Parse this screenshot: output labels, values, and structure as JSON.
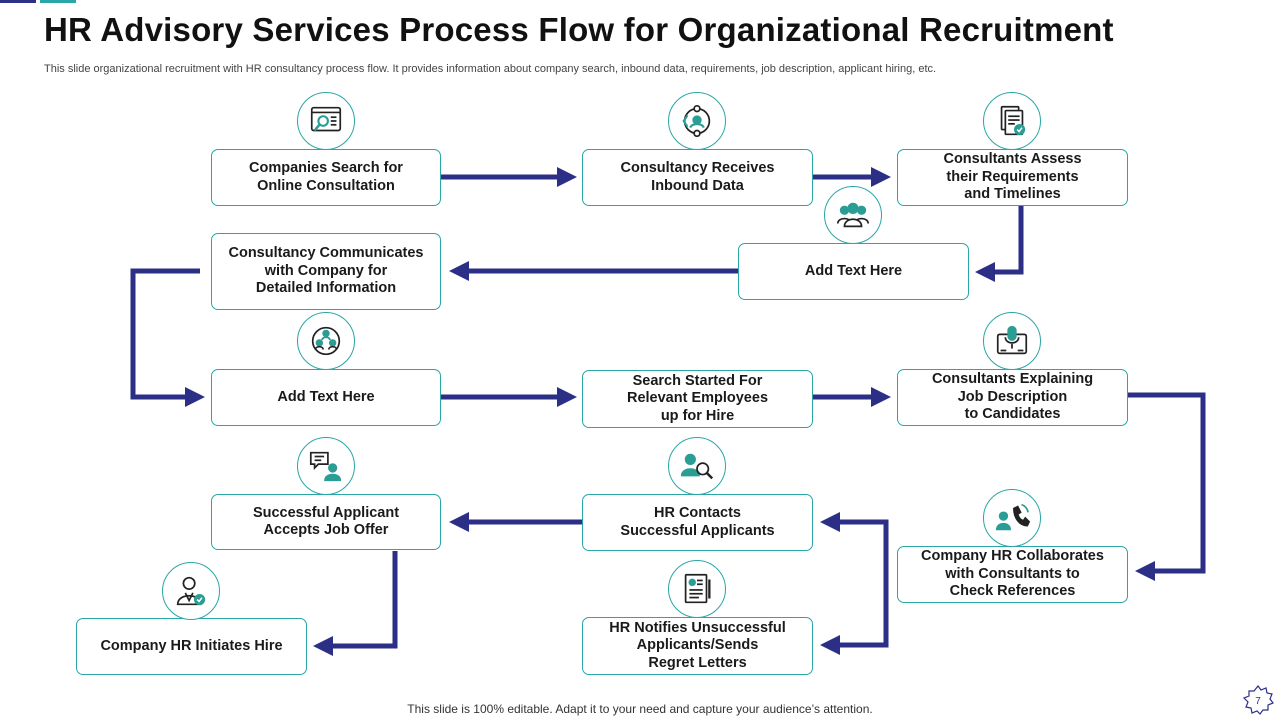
{
  "header": {
    "title": "HR Advisory Services Process Flow for Organizational Recruitment",
    "subtitle": "This slide organizational recruitment with HR consultancy process flow. It provides information about company search, inbound data, requirements, job description, applicant hiring, etc."
  },
  "steps": {
    "companies_search": "Companies Search for\nOnline Consultation",
    "receives_inbound": "Consultancy Receives\nInbound Data",
    "assess_requirements": "Consultants Assess\ntheir Requirements\nand Timelines",
    "add_text_1": "Add  Text Here",
    "communicates": "Consultancy Communicates\nwith Company  for\nDetailed Information",
    "add_text_2": "Add  Text Here",
    "search_started": "Search Started For\nRelevant Employees\nup for Hire",
    "explaining_job": "Consultants Explaining\nJob Description\nto Candidates",
    "collaborates": "Company  HR Collaborates\nwith Consultants to\nCheck References",
    "hr_contacts": "HR Contacts\nSuccessful Applicants",
    "hr_notifies": "HR Notifies Unsuccessful\nApplicants/Sends\nRegret Letters",
    "applicant_accepts": "Successful Applicant\nAccepts Job Offer",
    "initiates_hire": "Company  HR Initiates Hire"
  },
  "icons": {
    "companies_search": "web-search-icon",
    "receives_inbound": "inbound-data-icon",
    "assess_requirements": "document-check-icon",
    "add_text_1": "team-icon",
    "add_text_2": "people-network-icon",
    "explaining_job": "microphone-presentation-icon",
    "collaborates": "phone-call-icon",
    "hr_contacts": "user-search-icon",
    "hr_notifies": "resume-icon",
    "applicant_accepts": "chat-user-icon",
    "initiates_hire": "employee-badge-icon"
  },
  "footer": {
    "text": "This slide is 100% editable. Adapt it to your need and capture your audience’s attention.",
    "page_number": "7"
  },
  "colors": {
    "arrow": "#2b2f86",
    "box_border": "#2aa6a6",
    "icon_teal": "#2a9d95",
    "icon_dark": "#222222",
    "accent_dark": "#2b2f86",
    "accent_teal": "#2aa6a6"
  }
}
